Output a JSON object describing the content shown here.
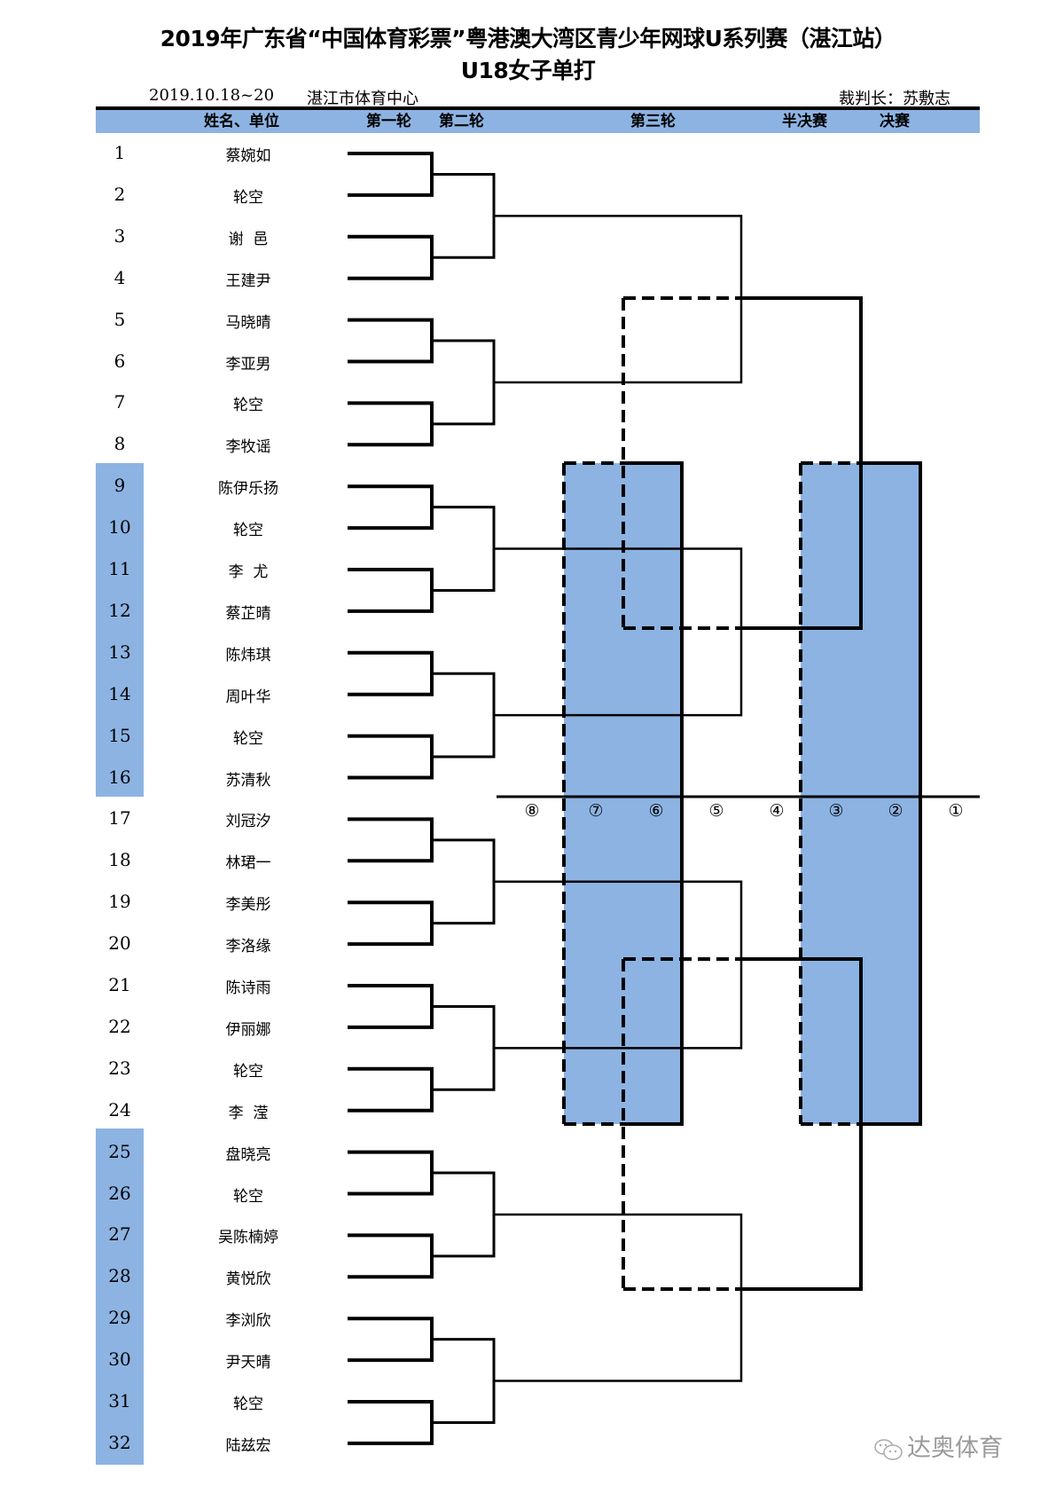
{
  "header": {
    "title": "2019年广东省“中国体育彩票”粤港澳大湾区青少年网球U系列赛（湛江站）",
    "subtitle": "U18女子单打",
    "date": "2019.10.18~20",
    "venue": "湛江市体育中心",
    "referee": "裁判长：苏敷志"
  },
  "columns": {
    "name": "姓名、单位",
    "round1": "第一轮",
    "round2": "第二轮",
    "round3": "第三轮",
    "semifinal": "半决赛",
    "final": "决赛"
  },
  "players": [
    {
      "no": "1",
      "name": "蔡婉如"
    },
    {
      "no": "2",
      "name": "轮空"
    },
    {
      "no": "3",
      "name": "谢  邑"
    },
    {
      "no": "4",
      "name": "王建尹"
    },
    {
      "no": "5",
      "name": "马晓晴"
    },
    {
      "no": "6",
      "name": "李亚男"
    },
    {
      "no": "7",
      "name": "轮空"
    },
    {
      "no": "8",
      "name": "李牧谣"
    },
    {
      "no": "9",
      "name": "陈伊乐扬"
    },
    {
      "no": "10",
      "name": "轮空"
    },
    {
      "no": "11",
      "name": "李  尤"
    },
    {
      "no": "12",
      "name": "蔡芷晴"
    },
    {
      "no": "13",
      "name": "陈炜琪"
    },
    {
      "no": "14",
      "name": "周叶华"
    },
    {
      "no": "15",
      "name": "轮空"
    },
    {
      "no": "16",
      "name": "苏清秋"
    },
    {
      "no": "17",
      "name": "刘冠汐"
    },
    {
      "no": "18",
      "name": "林珺一"
    },
    {
      "no": "19",
      "name": "李美彤"
    },
    {
      "no": "20",
      "name": "李洛缘"
    },
    {
      "no": "21",
      "name": "陈诗雨"
    },
    {
      "no": "22",
      "name": "伊丽娜"
    },
    {
      "no": "23",
      "name": "轮空"
    },
    {
      "no": "24",
      "name": "李  滢"
    },
    {
      "no": "25",
      "name": "盘晓亮"
    },
    {
      "no": "26",
      "name": "轮空"
    },
    {
      "no": "27",
      "name": "吴陈楠婷"
    },
    {
      "no": "28",
      "name": "黄悦欣"
    },
    {
      "no": "29",
      "name": "李浏欣"
    },
    {
      "no": "30",
      "name": "尹天晴"
    },
    {
      "no": "31",
      "name": "轮空"
    },
    {
      "no": "32",
      "name": "陆兹宏"
    }
  ],
  "highlighted_seeds": [
    "9-16",
    "25-32"
  ],
  "court_markers": [
    "⑧",
    "⑦",
    "⑥",
    "⑤",
    "④",
    "③",
    "②",
    "①"
  ],
  "colors": {
    "highlight": "#8db3e2",
    "line": "#000000"
  },
  "watermark": "达奥体育"
}
